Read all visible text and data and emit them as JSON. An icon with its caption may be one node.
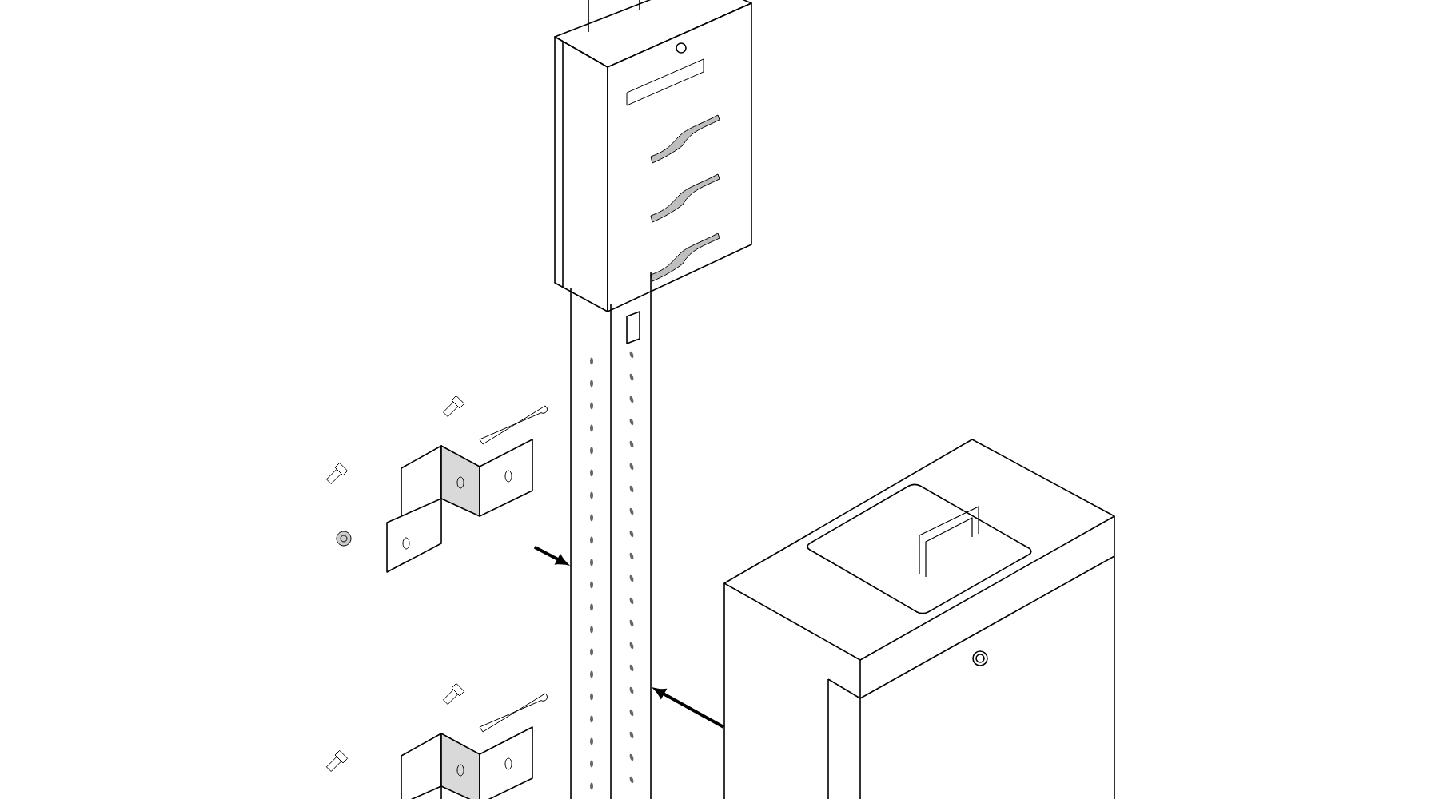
{
  "diagram": {
    "nodes": [
      {
        "text": [],
        "shape": "picture"
      },
      {
        "text": [],
        "shape": "picture"
      },
      {
        "text": [],
        "shape": "picture"
      },
      {
        "text": [],
        "shape": "picture"
      },
      {
        "text": [],
        "shape": "picture"
      }
    ],
    "edges": [
      {
        "from": 2,
        "to": 1,
        "arrow": "to"
      },
      {
        "from": 4,
        "to": 1,
        "arrow": "to"
      }
    ]
  }
}
